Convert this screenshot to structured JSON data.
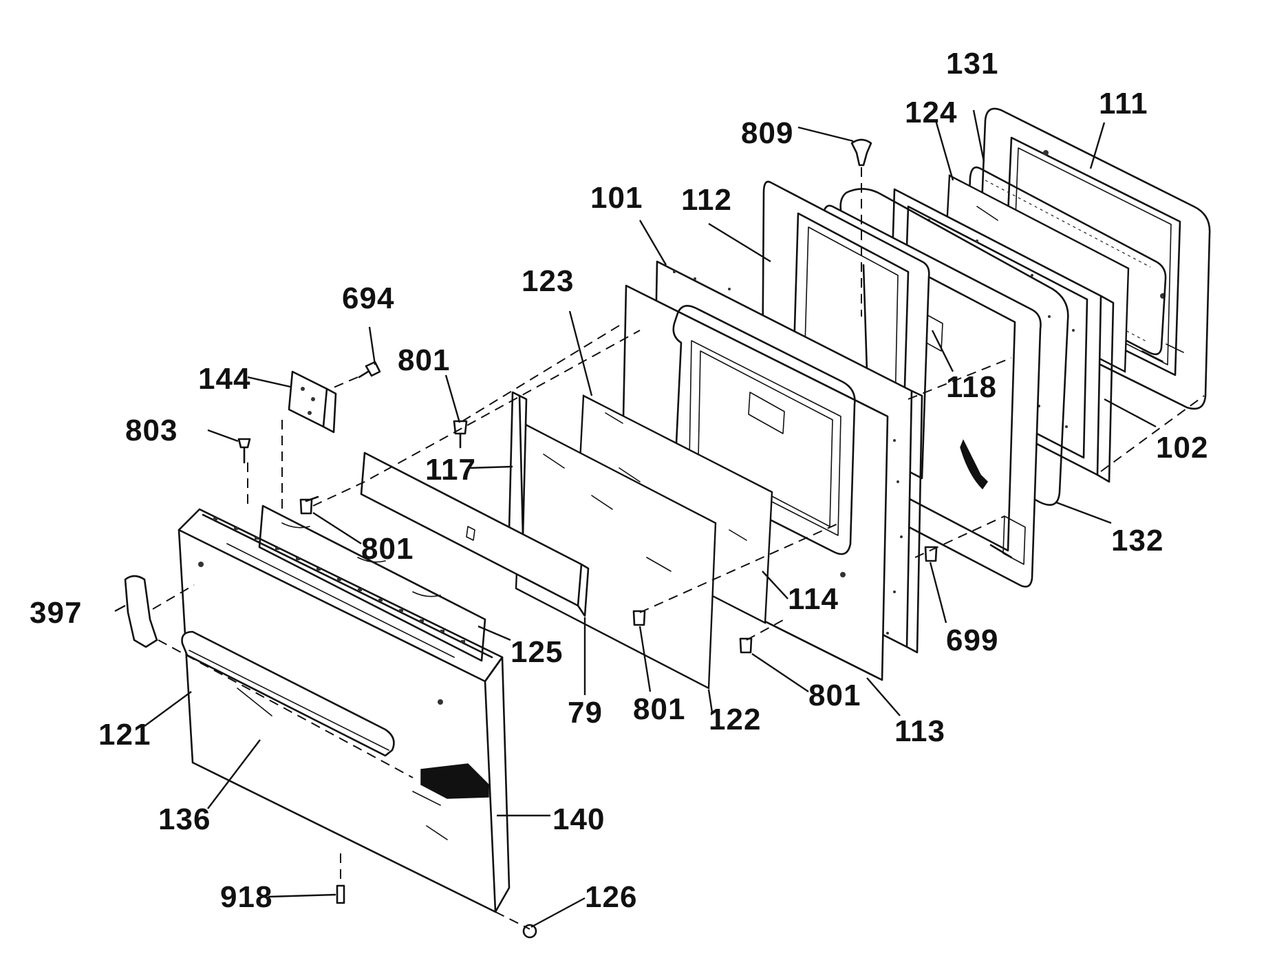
{
  "labels": [
    {
      "id": "111",
      "text": "111"
    },
    {
      "id": "131",
      "text": "131"
    },
    {
      "id": "124",
      "text": "124"
    },
    {
      "id": "809",
      "text": "809"
    },
    {
      "id": "101",
      "text": "101"
    },
    {
      "id": "112",
      "text": "112"
    },
    {
      "id": "123",
      "text": "123"
    },
    {
      "id": "694",
      "text": "694"
    },
    {
      "id": "801a",
      "text": "801"
    },
    {
      "id": "144",
      "text": "144"
    },
    {
      "id": "118",
      "text": "118"
    },
    {
      "id": "803",
      "text": "803"
    },
    {
      "id": "117",
      "text": "117"
    },
    {
      "id": "102",
      "text": "102"
    },
    {
      "id": "801b",
      "text": "801"
    },
    {
      "id": "132",
      "text": "132"
    },
    {
      "id": "114",
      "text": "114"
    },
    {
      "id": "397",
      "text": "397"
    },
    {
      "id": "699",
      "text": "699"
    },
    {
      "id": "125",
      "text": "125"
    },
    {
      "id": "801c",
      "text": "801"
    },
    {
      "id": "801d",
      "text": "801"
    },
    {
      "id": "79",
      "text": "79"
    },
    {
      "id": "122",
      "text": "122"
    },
    {
      "id": "113",
      "text": "113"
    },
    {
      "id": "121",
      "text": "121"
    },
    {
      "id": "140",
      "text": "140"
    },
    {
      "id": "136",
      "text": "136"
    },
    {
      "id": "918",
      "text": "918"
    },
    {
      "id": "126",
      "text": "126"
    }
  ]
}
